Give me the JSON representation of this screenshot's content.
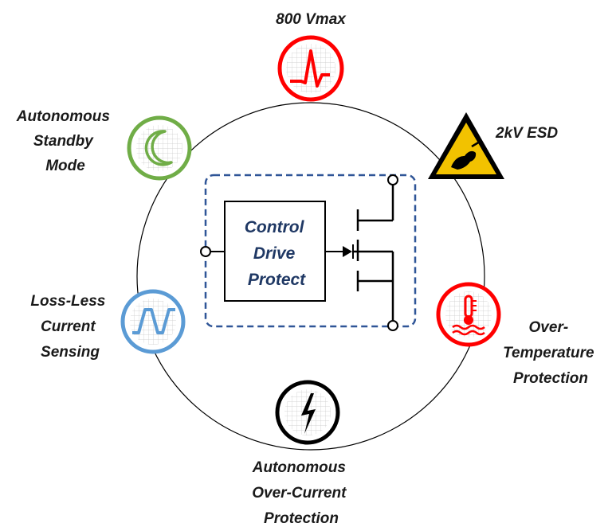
{
  "features": {
    "vmax": {
      "label": "800 Vmax",
      "icon": "pulse-waveform-icon",
      "color": "#ff0000"
    },
    "esd": {
      "label": "2kV ESD",
      "icon": "esd-warning-icon",
      "color": "#f2c200"
    },
    "standby": {
      "lines": [
        "Autonomous",
        "Standby",
        "Mode"
      ],
      "icon": "crescent-moon-icon",
      "color": "#70ad47"
    },
    "sensing": {
      "lines": [
        "Loss-Less",
        "Current",
        "Sensing"
      ],
      "icon": "pulse-train-icon",
      "color": "#5b9bd5"
    },
    "temperature": {
      "lines": [
        "Over-",
        "Temperature",
        "Protection"
      ],
      "icon": "thermometer-icon",
      "color": "#ff0000"
    },
    "overcurrent": {
      "lines": [
        "Autonomous",
        "Over-Current",
        "Protection"
      ],
      "icon": "lightning-bolt-icon",
      "color": "#000000"
    }
  },
  "core": {
    "lines": [
      "Control",
      "Drive",
      "Protect"
    ],
    "color": "#1f3864",
    "boundary_color": "#2f5597"
  }
}
